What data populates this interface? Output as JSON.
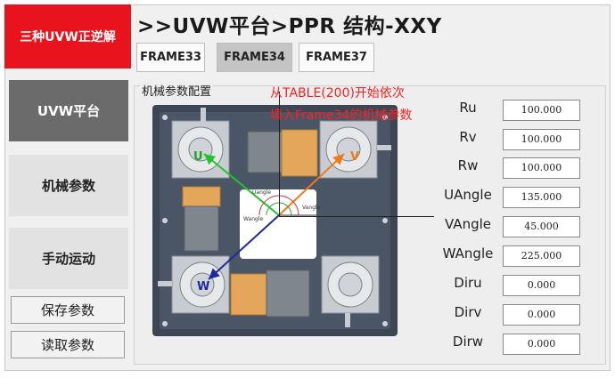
{
  "header": {
    "brand": "三种UVW正逆解",
    "title": ">>UVW平台>PPR 结构-XXY"
  },
  "tabs": [
    "FRAME33",
    "FRAME34",
    "FRAME37"
  ],
  "sidebar": {
    "items": [
      "UVW平台",
      "机械参数",
      "手动运动"
    ],
    "save_label": "保存参数",
    "load_label": "读取参数"
  },
  "panel": {
    "group_title": "机械参数配置",
    "note_line1": "从TABLE(200)开始依次",
    "note_line2": "填入Frame34的机械参数"
  },
  "diagram": {
    "u_label": "U",
    "v_label": "V",
    "w_label": "W",
    "uangle": "Uangle",
    "vangle": "Vangle",
    "wangle": "Wangle"
  },
  "params": {
    "labels": [
      "Ru",
      "Rv",
      "Rw",
      "UAngle",
      "VAngle",
      "WAngle",
      "Diru",
      "Dirv",
      "Dirw"
    ],
    "values": [
      "100.000",
      "100.000",
      "100.000",
      "135.000",
      "45.000",
      "225.000",
      "0.000",
      "0.000",
      "0.000"
    ]
  },
  "colors": {
    "brand": "#e8131c",
    "active_nav": "#6b6b6b",
    "note": "#ff2020",
    "u_arrow": "#22c22a",
    "v_arrow": "#f07a18",
    "w_arrow": "#1e2a9a"
  }
}
